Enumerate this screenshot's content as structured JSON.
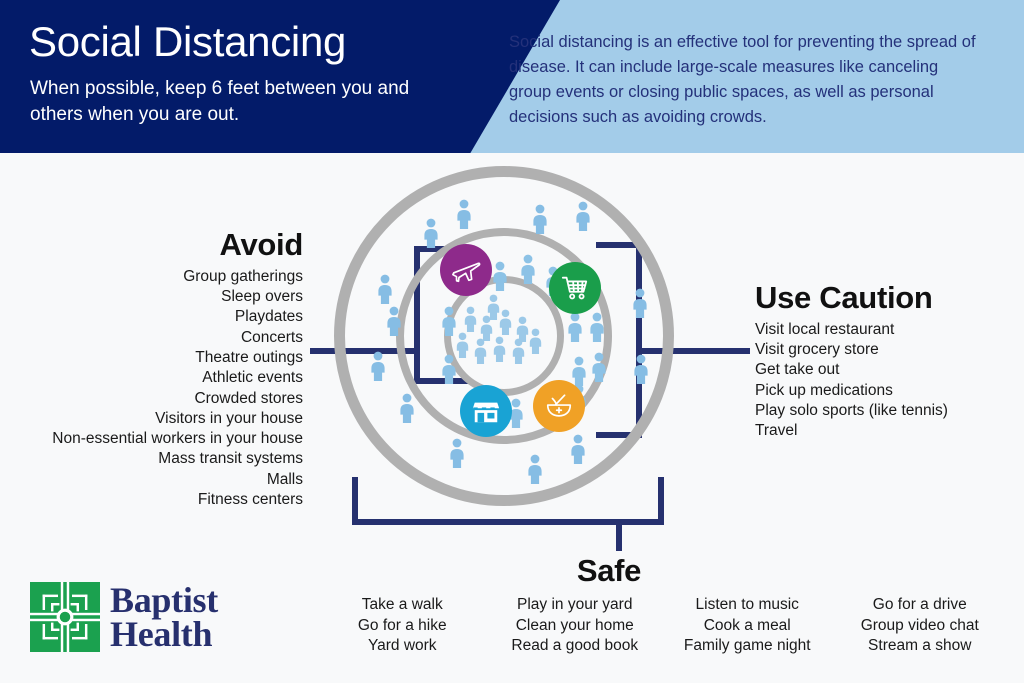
{
  "header": {
    "title": "Social Distancing",
    "subtitle": "When possible, keep 6 feet between you and others when you are out.",
    "body": "Social distancing is an effective tool for preventing the spread of disease. It can include large-scale measures like canceling group events or closing public spaces, as well as personal decisions such as avoiding crowds.",
    "dark_color": "#031b69",
    "light_color": "#a3cce9",
    "body_text_color": "#24317a"
  },
  "avoid": {
    "heading": "Avoid",
    "items": [
      "Group gatherings",
      "Sleep overs",
      "Playdates",
      "Concerts",
      "Theatre outings",
      "Athletic events",
      "Crowded stores",
      "Visitors in your house",
      "Non-essential workers in your house",
      "Mass transit systems",
      "Malls",
      "Fitness centers"
    ]
  },
  "use_caution": {
    "heading": "Use Caution",
    "items": [
      "Visit local restaurant",
      "Visit grocery store",
      "Get take out",
      "Pick up medications",
      "Play solo sports (like tennis)",
      "Travel"
    ]
  },
  "safe": {
    "heading": "Safe",
    "columns": [
      {
        "items": [
          "Take a walk",
          "Go for a hike",
          "Yard work"
        ]
      },
      {
        "items": [
          "Play in your yard",
          "Clean your home",
          "Read a good book"
        ]
      },
      {
        "items": [
          "Listen to music",
          "Cook a meal",
          "Family game night"
        ]
      },
      {
        "items": [
          "Go for a drive",
          "Group video chat",
          "Stream a show"
        ]
      }
    ]
  },
  "diagram": {
    "ring_color": "#b0b0b0",
    "person_color": "#86bde4",
    "person_color_inner": "#9cc9e8",
    "bracket_color": "#26316f",
    "badges": [
      {
        "icon": "airplane-icon",
        "color": "#8e2a8b",
        "label": "Travel"
      },
      {
        "icon": "shopping-cart-icon",
        "color": "#1a9e4b",
        "label": "Grocery store"
      },
      {
        "icon": "storefront-icon",
        "color": "#19a3d4",
        "label": "Local restaurant"
      },
      {
        "icon": "mortar-pestle-icon",
        "color": "#f0a126",
        "label": "Medications"
      }
    ]
  },
  "logo": {
    "line1": "Baptist",
    "line2": "Health",
    "mark_color": "#1ba14f",
    "text_color": "#27306e"
  }
}
